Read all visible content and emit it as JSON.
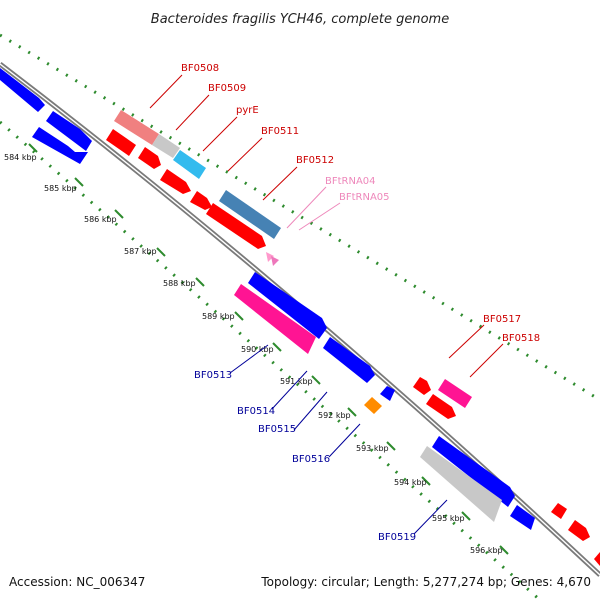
{
  "title": "Bacteroides fragilis YCH46, complete genome",
  "footer": {
    "accession": "Accession: NC_006347",
    "topology": "Topology: circular; Length: 5,277,274 bp; Genes: 4,670"
  },
  "colors": {
    "backbone": "#8a8a8a",
    "dotted_track": "#2e8b2e",
    "label_red": "#cc0000",
    "label_blue": "#000099",
    "label_pink": "#ee88bb"
  },
  "ticks": [
    "584 kbp",
    "585 kbp",
    "586 kbp",
    "587 kbp",
    "588 kbp",
    "589 kbp",
    "590 kbp",
    "591 kbp",
    "592 kbp",
    "593 kbp",
    "594 kbp",
    "595 kbp",
    "596 kbp"
  ],
  "gene_labels": {
    "bf0508": "BF0508",
    "bf0509": "BF0509",
    "pyre": "pyrE",
    "bf0511": "BF0511",
    "bf0512": "BF0512",
    "bftrna04": "BFtRNA04",
    "bftrna05": "BFtRNA05",
    "bf0517": "BF0517",
    "bf0518": "BF0518",
    "bf0513": "BF0513",
    "bf0514": "BF0514",
    "bf0515": "BF0515",
    "bf0516": "BF0516",
    "bf0519": "BF0519"
  }
}
